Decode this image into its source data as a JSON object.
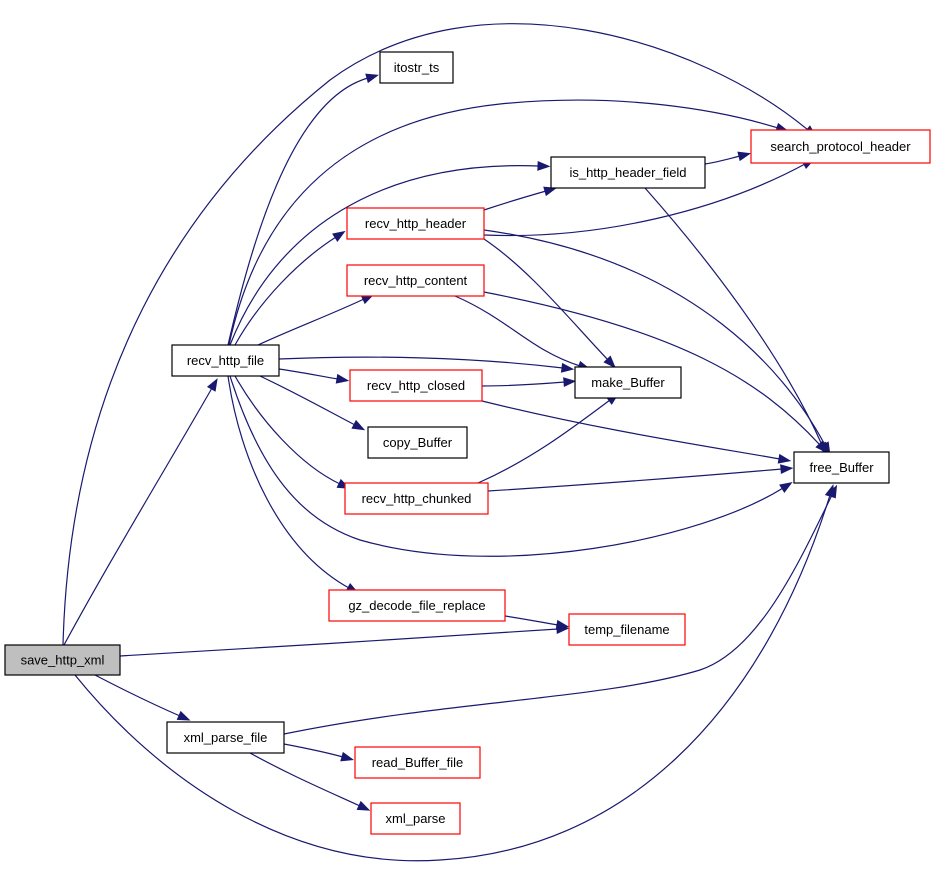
{
  "diagram": {
    "type": "call-graph",
    "colors": {
      "edge": "#191970",
      "root_fill": "#bfbfbf",
      "node_fill": "#ffffff",
      "border_black": "#000000",
      "border_red": "#ff0000"
    },
    "nodes": [
      {
        "id": "save_http_xml",
        "label": "save_http_xml",
        "border": "black",
        "root": true
      },
      {
        "id": "recv_http_file",
        "label": "recv_http_file",
        "border": "black"
      },
      {
        "id": "xml_parse_file",
        "label": "xml_parse_file",
        "border": "black"
      },
      {
        "id": "itostr_ts",
        "label": "itostr_ts",
        "border": "black"
      },
      {
        "id": "search_protocol_header",
        "label": "search_protocol_header",
        "border": "red"
      },
      {
        "id": "is_http_header_field",
        "label": "is_http_header_field",
        "border": "black"
      },
      {
        "id": "recv_http_header",
        "label": "recv_http_header",
        "border": "red"
      },
      {
        "id": "recv_http_content",
        "label": "recv_http_content",
        "border": "red"
      },
      {
        "id": "make_Buffer",
        "label": "make_Buffer",
        "border": "black"
      },
      {
        "id": "recv_http_closed",
        "label": "recv_http_closed",
        "border": "red"
      },
      {
        "id": "copy_Buffer",
        "label": "copy_Buffer",
        "border": "black"
      },
      {
        "id": "free_Buffer",
        "label": "free_Buffer",
        "border": "black"
      },
      {
        "id": "recv_http_chunked",
        "label": "recv_http_chunked",
        "border": "red"
      },
      {
        "id": "gz_decode_file_replace",
        "label": "gz_decode_file_replace",
        "border": "red"
      },
      {
        "id": "temp_filename",
        "label": "temp_filename",
        "border": "red"
      },
      {
        "id": "read_Buffer_file",
        "label": "read_Buffer_file",
        "border": "red"
      },
      {
        "id": "xml_parse",
        "label": "xml_parse",
        "border": "red"
      }
    ],
    "edges": [
      {
        "from": "save_http_xml",
        "to": "search_protocol_header"
      },
      {
        "from": "save_http_xml",
        "to": "recv_http_file"
      },
      {
        "from": "save_http_xml",
        "to": "temp_filename"
      },
      {
        "from": "save_http_xml",
        "to": "xml_parse_file"
      },
      {
        "from": "save_http_xml",
        "to": "free_Buffer"
      },
      {
        "from": "recv_http_file",
        "to": "itostr_ts"
      },
      {
        "from": "recv_http_file",
        "to": "search_protocol_header"
      },
      {
        "from": "recv_http_file",
        "to": "is_http_header_field"
      },
      {
        "from": "recv_http_file",
        "to": "recv_http_header"
      },
      {
        "from": "recv_http_file",
        "to": "recv_http_content"
      },
      {
        "from": "recv_http_file",
        "to": "make_Buffer"
      },
      {
        "from": "recv_http_file",
        "to": "recv_http_closed"
      },
      {
        "from": "recv_http_file",
        "to": "copy_Buffer"
      },
      {
        "from": "recv_http_file",
        "to": "recv_http_chunked"
      },
      {
        "from": "recv_http_file",
        "to": "free_Buffer"
      },
      {
        "from": "recv_http_file",
        "to": "gz_decode_file_replace"
      },
      {
        "from": "is_http_header_field",
        "to": "search_protocol_header"
      },
      {
        "from": "is_http_header_field",
        "to": "free_Buffer"
      },
      {
        "from": "recv_http_header",
        "to": "is_http_header_field"
      },
      {
        "from": "recv_http_header",
        "to": "search_protocol_header"
      },
      {
        "from": "recv_http_header",
        "to": "make_Buffer"
      },
      {
        "from": "recv_http_header",
        "to": "free_Buffer"
      },
      {
        "from": "recv_http_content",
        "to": "make_Buffer"
      },
      {
        "from": "recv_http_content",
        "to": "free_Buffer"
      },
      {
        "from": "recv_http_closed",
        "to": "make_Buffer"
      },
      {
        "from": "recv_http_closed",
        "to": "free_Buffer"
      },
      {
        "from": "recv_http_chunked",
        "to": "make_Buffer"
      },
      {
        "from": "recv_http_chunked",
        "to": "free_Buffer"
      },
      {
        "from": "gz_decode_file_replace",
        "to": "temp_filename"
      },
      {
        "from": "xml_parse_file",
        "to": "free_Buffer"
      },
      {
        "from": "xml_parse_file",
        "to": "read_Buffer_file"
      },
      {
        "from": "xml_parse_file",
        "to": "xml_parse"
      }
    ]
  }
}
